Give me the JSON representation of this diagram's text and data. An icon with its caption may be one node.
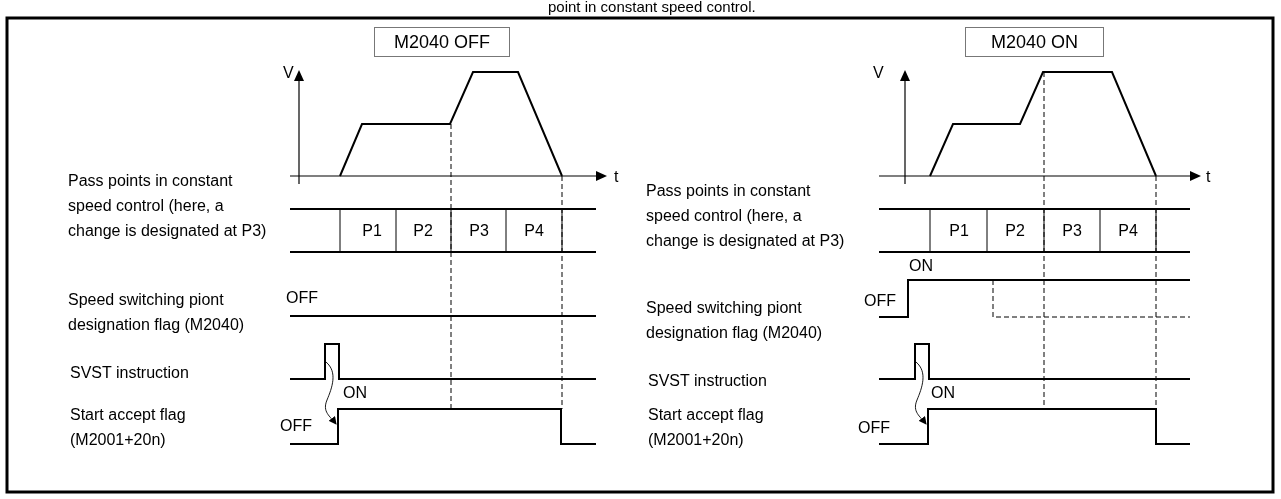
{
  "diagram": {
    "nodes": [
      {
        "text": [
          "M2040 OFF"
        ]
      },
      {
        "text": [],
        "shape": "box"
      },
      {
        "text": [],
        "shape": "bar"
      },
      {
        "text": [
          "M2040 ON"
        ]
      },
      {
        "text": [],
        "shape": "box"
      },
      {
        "text": [],
        "shape": "bar"
      }
    ],
    "edges": [
      {
        "from": 1,
        "to": 2,
        "arrow": "to"
      },
      {
        "from": 4,
        "to": 5,
        "arrow": "to"
      }
    ],
    "labels": [
      "point in constant speed control.",
      "V",
      "t",
      "Pass points in constant speed control (here, a change is designated at P3)",
      "P1",
      "P2",
      "P3",
      "P4",
      "OFF",
      "Speed switching piont designation flag (M2040)",
      "SVST instruction",
      "ON",
      "Start accept flag (M2001+20n)",
      "OFF",
      "V",
      "t",
      "Pass points in constant speed control (here, a change is designated at P3)",
      "P1",
      "P2",
      "P3",
      "P4",
      "ON",
      "OFF",
      "Speed switching piont designation flag (M2040)",
      "SVST instruction",
      "ON",
      "Start accept flag (M2001+20n)",
      "OFF"
    ]
  }
}
